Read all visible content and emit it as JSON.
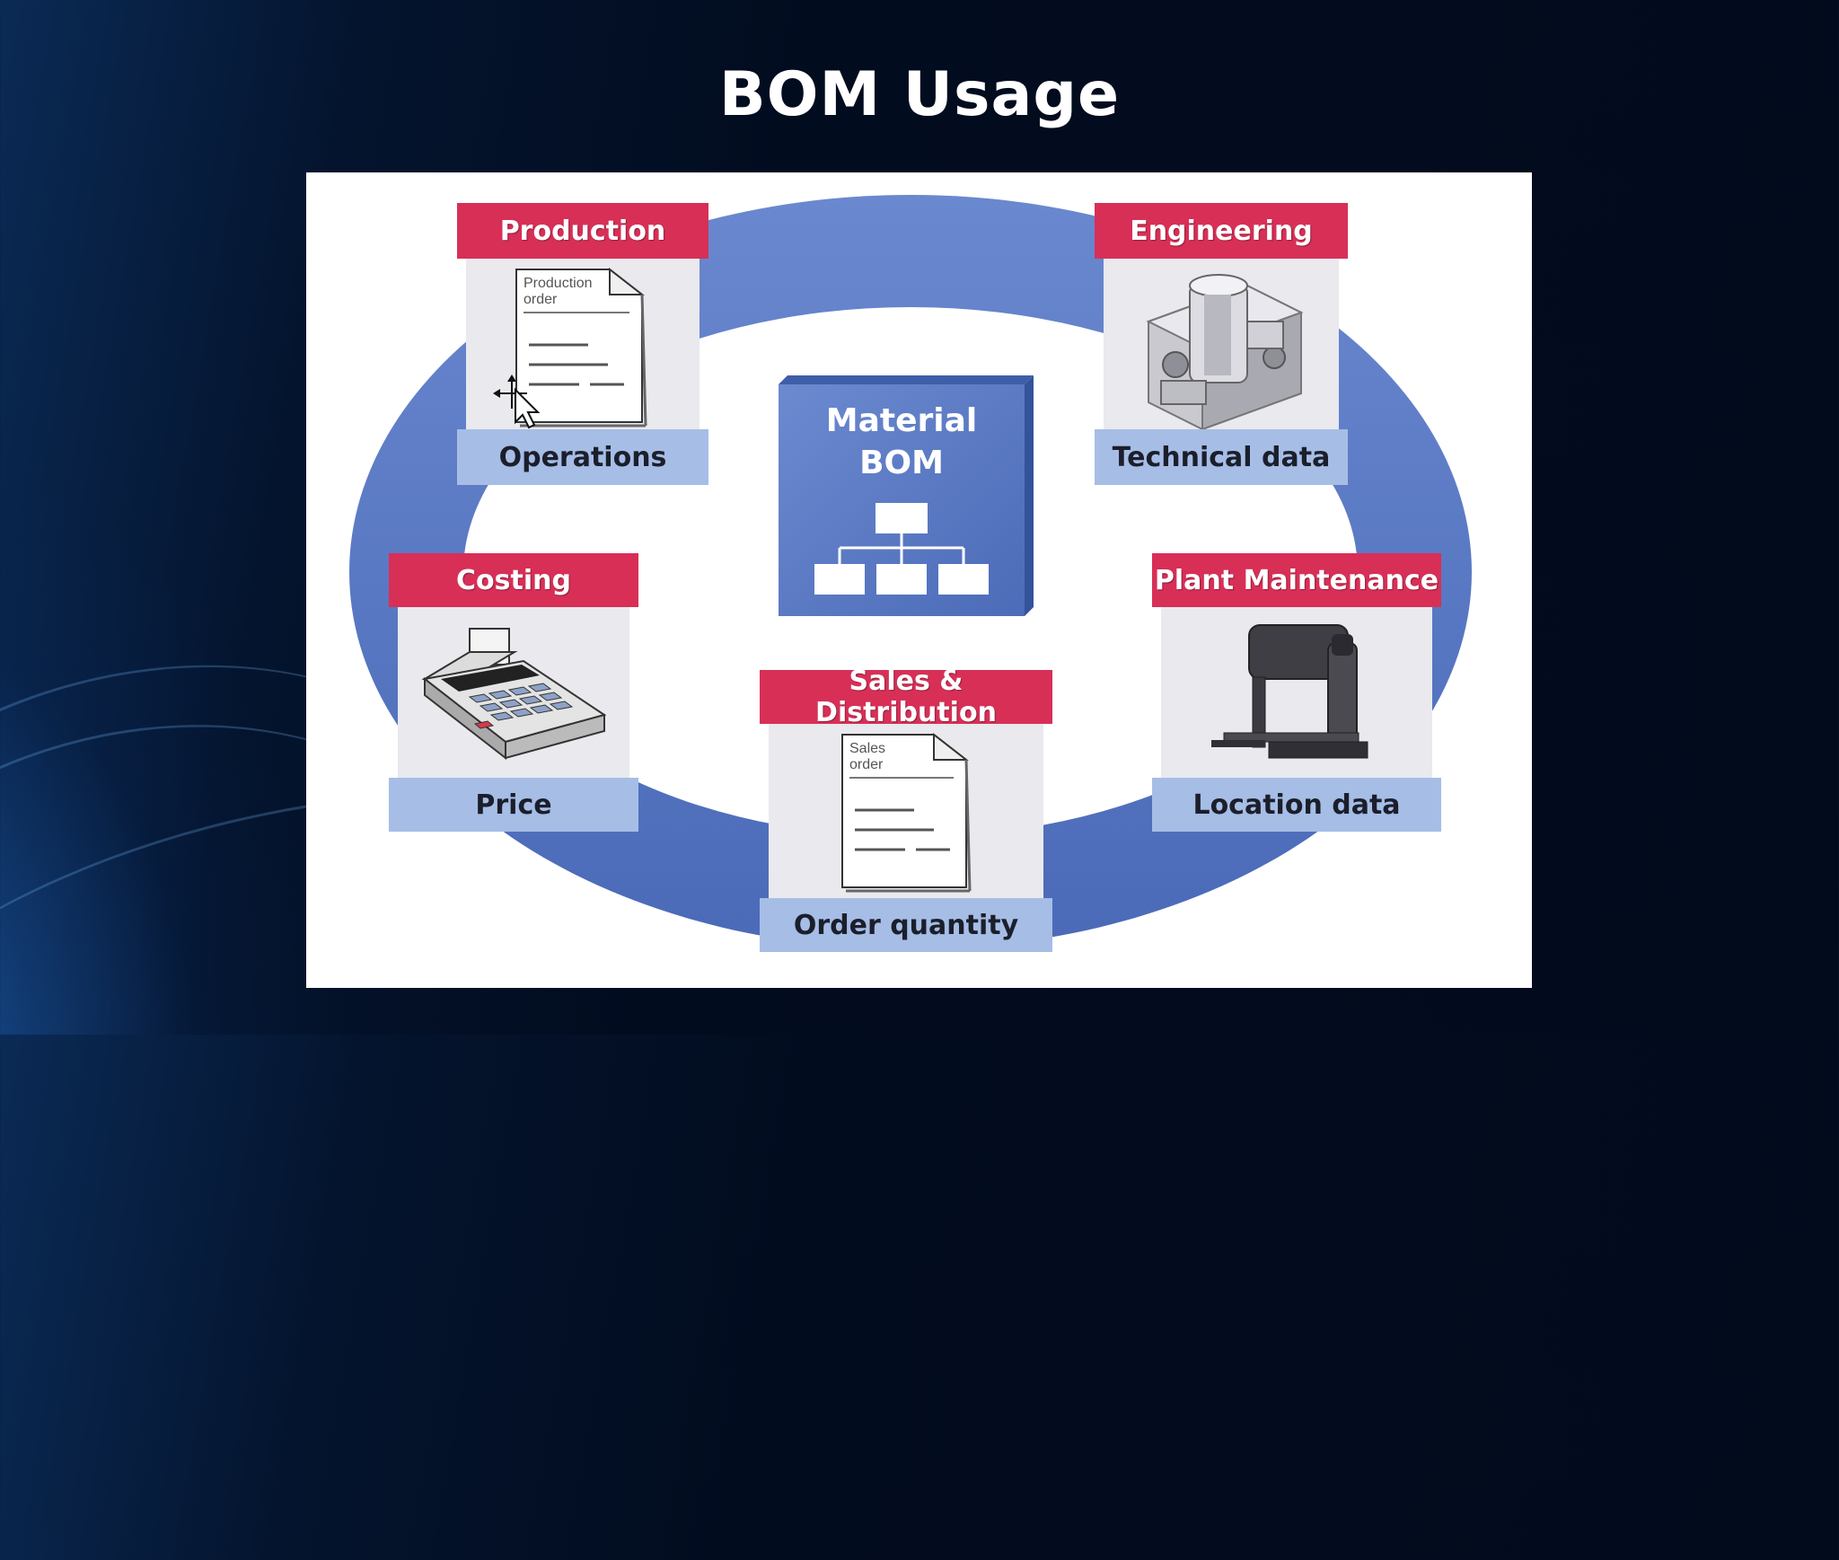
{
  "title": "BOM Usage",
  "center": {
    "line1": "Material",
    "line2": "BOM"
  },
  "boxes": [
    {
      "id": "production",
      "header": "Production",
      "footer": "Operations",
      "icon": "document-icon",
      "doc_line1": "Production",
      "doc_line2": "order"
    },
    {
      "id": "engineering",
      "header": "Engineering",
      "footer": "Technical data",
      "icon": "machine-part-icon"
    },
    {
      "id": "costing",
      "header": "Costing",
      "footer": "Price",
      "icon": "calculator-icon"
    },
    {
      "id": "plant",
      "header": "Plant Maintenance",
      "footer": "Location data",
      "icon": "drill-press-icon"
    },
    {
      "id": "sales",
      "header": "Sales & Distribution",
      "footer": "Order quantity",
      "icon": "document-icon",
      "doc_line1": "Sales",
      "doc_line2": "order"
    }
  ],
  "colors": {
    "header": "#d82f57",
    "footer": "#a6bde6",
    "ring": "#5575c2",
    "center": "#5577c4"
  }
}
